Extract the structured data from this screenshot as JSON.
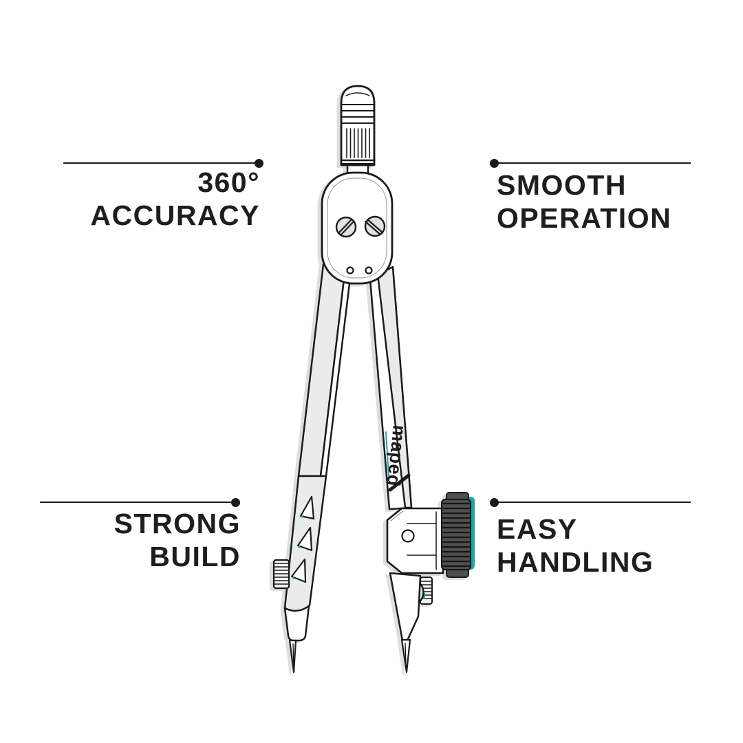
{
  "page": {
    "background": "#ffffff",
    "description": "Product feature infographic of a drawing compass with four callouts"
  },
  "callouts": [
    {
      "id": "accuracy",
      "line1": "360°",
      "line2": "ACCURACY",
      "align": "right",
      "position": "top-left"
    },
    {
      "id": "smooth",
      "line1": "SMOOTH",
      "line2": "OPERATION",
      "align": "left",
      "position": "top-right"
    },
    {
      "id": "strong",
      "line1": "STRONG",
      "line2": "BUILD",
      "align": "right",
      "position": "bottom-left"
    },
    {
      "id": "easy",
      "line1": "EASY",
      "line2": "HANDLING",
      "align": "left",
      "position": "bottom-right"
    }
  ],
  "product": {
    "brand": "maped",
    "illustration": "drawing-compass"
  },
  "colors": {
    "text": "#1e1e1e",
    "leader_line": "#1a1a1a",
    "outline": "#1a1a1a",
    "metal_light": "#ebebeb",
    "knob_dark": "#4f4f4f",
    "teal_accent": "#24a2a2"
  }
}
